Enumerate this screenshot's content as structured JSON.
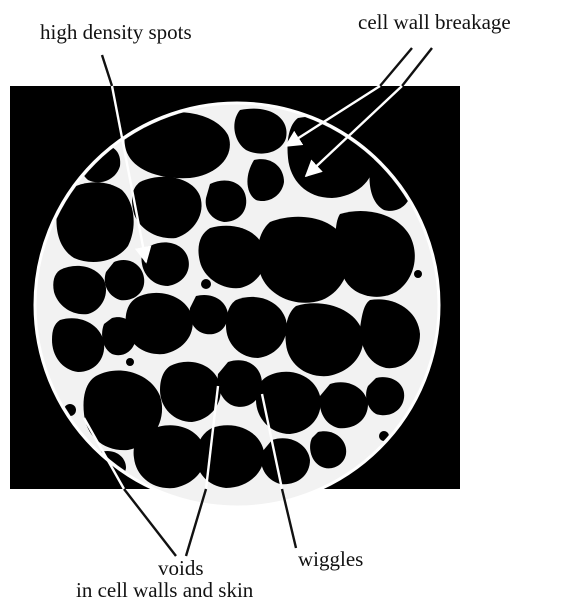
{
  "figure": {
    "labels": {
      "high_density": "high density spots",
      "cell_wall": "cell wall breakage",
      "voids_line1": "voids",
      "voids_line2": "in cell walls and skin",
      "wiggles": "wiggles"
    },
    "colors": {
      "background": "#000000",
      "skin": "#f2f2f2",
      "cell_wall": "#e8e8e8",
      "text": "#111111"
    }
  }
}
